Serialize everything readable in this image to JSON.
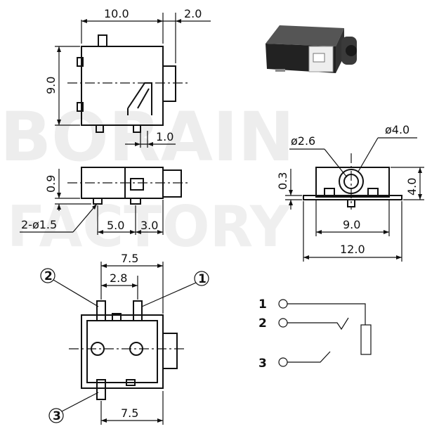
{
  "top_view": {
    "width_label": "10.0",
    "offset_label": "2.0",
    "height_label": "9.0",
    "pin_offset_label": "1.0"
  },
  "side_view": {
    "height_label": "0.9",
    "hole_label": "2-ø1.5",
    "spacing_a_label": "5.0",
    "spacing_b_label": "3.0"
  },
  "front_view": {
    "hole_small_label": "ø2.6",
    "hole_large_label": "ø4.0",
    "standoff_label": "0.3",
    "height_label": "4.0",
    "inner_width_label": "9.0",
    "outer_width_label": "12.0"
  },
  "bottom_view": {
    "span_label": "7.5",
    "pin_pitch_label": "2.8",
    "bottom_span_label": "7.5",
    "pin_markers": [
      "2",
      "1",
      "3"
    ]
  },
  "schematic": {
    "pins": [
      "1",
      "2",
      "3"
    ]
  },
  "colors": {
    "line": "#111111",
    "background": "#ffffff",
    "watermark": "#e9e9e9"
  },
  "photo": {
    "icon": "audio-jack-photo"
  }
}
